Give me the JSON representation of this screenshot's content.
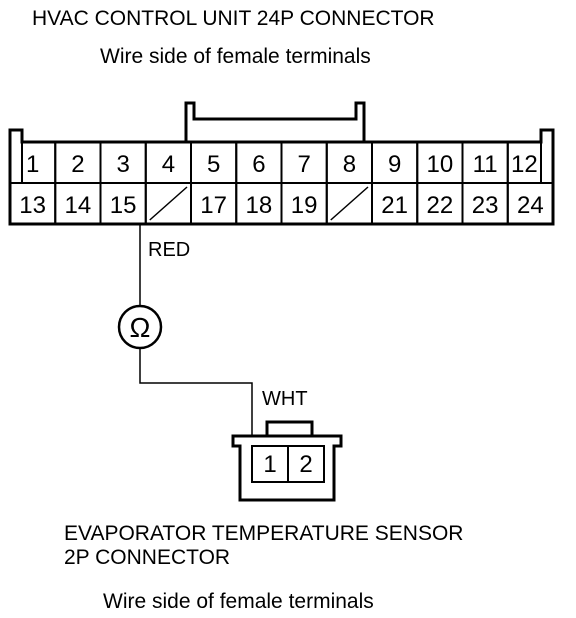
{
  "hvac": {
    "title": "HVAC CONTROL UNIT 24P CONNECTOR",
    "subtitle": "Wire side of female terminals",
    "row1": [
      "1",
      "2",
      "3",
      "4",
      "5",
      "6",
      "7",
      "8",
      "9",
      "10",
      "11",
      "12"
    ],
    "row2": [
      "13",
      "14",
      "15",
      "",
      "17",
      "18",
      "19",
      "",
      "21",
      "22",
      "23",
      "24"
    ]
  },
  "wires": {
    "red": "RED",
    "wht": "WHT"
  },
  "meter": {
    "symbol": "Ω"
  },
  "sensor": {
    "title_line1": "EVAPORATOR TEMPERATURE SENSOR",
    "title_line2": "2P CONNECTOR",
    "subtitle": "Wire side of female terminals",
    "pins": [
      "1",
      "2"
    ]
  }
}
